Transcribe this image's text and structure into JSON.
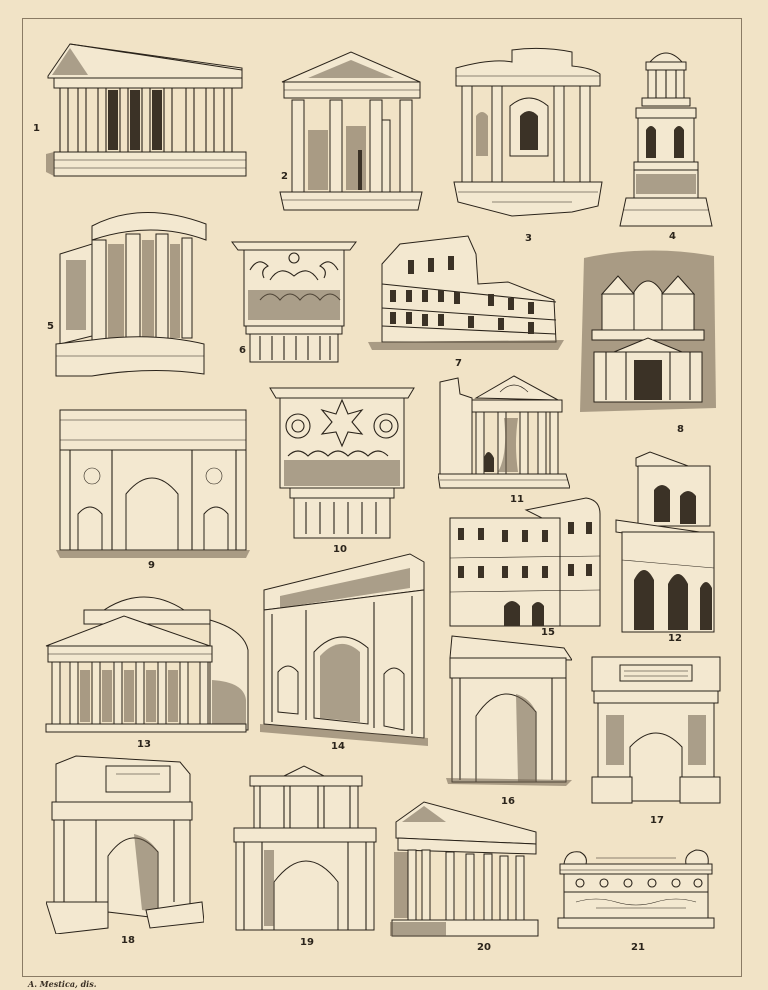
{
  "plate": {
    "credit": "A. Mestica, dis.",
    "background": "#f1e3c6",
    "ink": "#2a231a",
    "border": "#8a7b64"
  },
  "figures": [
    {
      "number": "1",
      "subject": "temple-peripteral-long"
    },
    {
      "number": "2",
      "subject": "temple-portico-ruin"
    },
    {
      "number": "3",
      "subject": "aedicula-niche-pavilion"
    },
    {
      "number": "4",
      "subject": "mausoleum-tower"
    },
    {
      "number": "5",
      "subject": "round-temple"
    },
    {
      "number": "6",
      "subject": "corinthian-capital"
    },
    {
      "number": "7",
      "subject": "colosseum"
    },
    {
      "number": "8",
      "subject": "rock-cut-facade"
    },
    {
      "number": "9",
      "subject": "triple-triumphal-arch"
    },
    {
      "number": "10",
      "subject": "composite-capital"
    },
    {
      "number": "11",
      "subject": "temple-ruin-pediment"
    },
    {
      "number": "12",
      "subject": "two-storey-arcade"
    },
    {
      "number": "13",
      "subject": "pantheon"
    },
    {
      "number": "14",
      "subject": "triple-arch-perspective"
    },
    {
      "number": "15",
      "subject": "city-gate"
    },
    {
      "number": "16",
      "subject": "single-arch-ruin"
    },
    {
      "number": "17",
      "subject": "single-arch-inscribed"
    },
    {
      "number": "18",
      "subject": "arch-with-attic"
    },
    {
      "number": "19",
      "subject": "arch-with-upper-pavilion"
    },
    {
      "number": "20",
      "subject": "temple-small"
    },
    {
      "number": "21",
      "subject": "sarcophagus"
    }
  ]
}
